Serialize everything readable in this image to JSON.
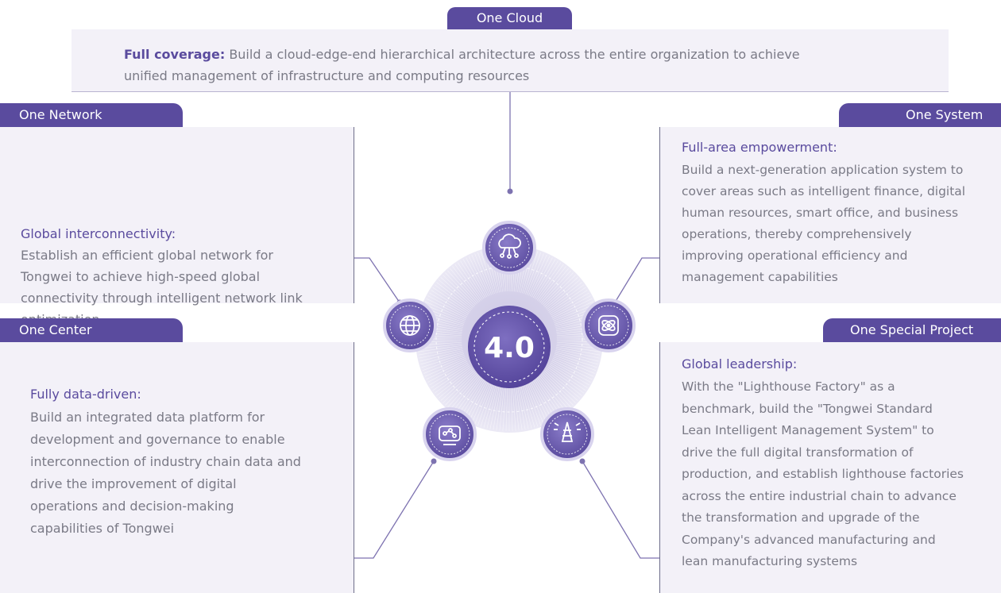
{
  "diagram": {
    "center_label": "4.0",
    "one_cloud": {
      "tab": "One Cloud",
      "title": "Full coverage:",
      "body_line1": "Build a cloud-edge-end hierarchical architecture across the entire organization to achieve",
      "body_line2": "unified management of infrastructure and computing resources",
      "icon": "cloud-network-icon"
    },
    "one_network": {
      "tab": "One Network",
      "title": "Global interconnectivity:",
      "body": [
        "Establish an efficient global network for",
        "Tongwei to achieve high-speed global",
        "connectivity through intelligent network link",
        "optimization"
      ],
      "icon": "globe-icon"
    },
    "one_system": {
      "tab": "One System",
      "title": "Full-area empowerment:",
      "body": [
        "Build a next-generation application system to",
        "cover areas such as intelligent finance, digital",
        "human resources, smart office, and business",
        "operations, thereby comprehensively",
        "improving operational efficiency and",
        "management capabilities"
      ],
      "icon": "atom-icon"
    },
    "one_center": {
      "tab": "One Center",
      "title": "Fully data-driven:",
      "body": [
        "Build an integrated data platform for",
        "development and governance to enable",
        "interconnection of industry chain data and",
        "drive the improvement of digital",
        "operations and decision-making",
        "capabilities of Tongwei"
      ],
      "icon": "data-monitor-icon"
    },
    "one_special_project": {
      "tab": "One Special Project",
      "title": "Global leadership:",
      "body": [
        "With the \"Lighthouse Factory\" as a",
        "benchmark, build the \"Tongwei Standard",
        "Lean Intelligent Management System\" to",
        "drive the full digital transformation of",
        "production, and establish lighthouse factories",
        "across the entire industrial chain to advance",
        "the transformation and upgrade of the",
        "Company's advanced manufacturing and",
        "lean manufacturing systems"
      ],
      "icon": "lighthouse-icon"
    }
  },
  "colors": {
    "accent": "#5a4b9e",
    "panel_bg": "#f3f1f8",
    "body_text": "#7a7a86",
    "connector": "#7d72b0"
  }
}
